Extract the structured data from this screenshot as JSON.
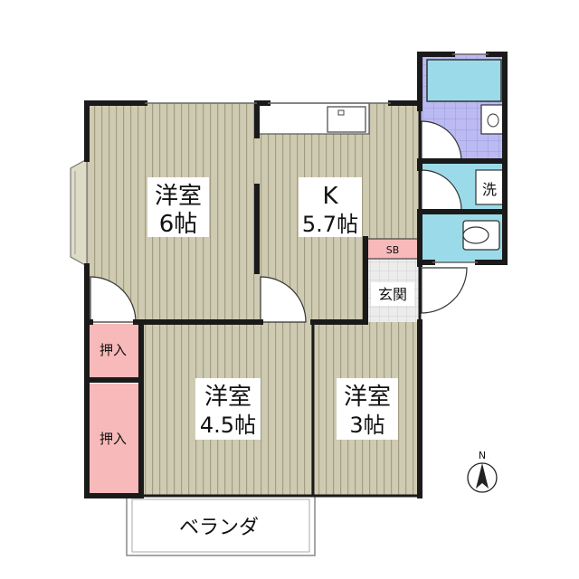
{
  "colors": {
    "floor": "#cfcbb2",
    "floor_stripe": "#a29d83",
    "wall": "#1a1a1a",
    "closet": "#f7b9b9",
    "bath_blue": "#9bdbe9",
    "tile": "#bcbaf2",
    "entrance_tile": "#e8e8e8",
    "veranda": "#ffffff"
  },
  "rooms": {
    "western_6": {
      "name": "洋室",
      "size": "6帖"
    },
    "kitchen": {
      "name": "K",
      "size": "5.7帖"
    },
    "western_45": {
      "name": "洋室",
      "size": "4.5帖"
    },
    "western_3": {
      "name": "洋室",
      "size": "3帖"
    },
    "closet_small": {
      "name": "押入"
    },
    "closet_large": {
      "name": "押入"
    },
    "entrance": {
      "name": "玄関"
    },
    "shoe_box": {
      "name": "SB"
    },
    "washer": {
      "name": "洗"
    },
    "veranda": {
      "name": "ベランダ"
    }
  },
  "compass": {
    "label": "N"
  }
}
